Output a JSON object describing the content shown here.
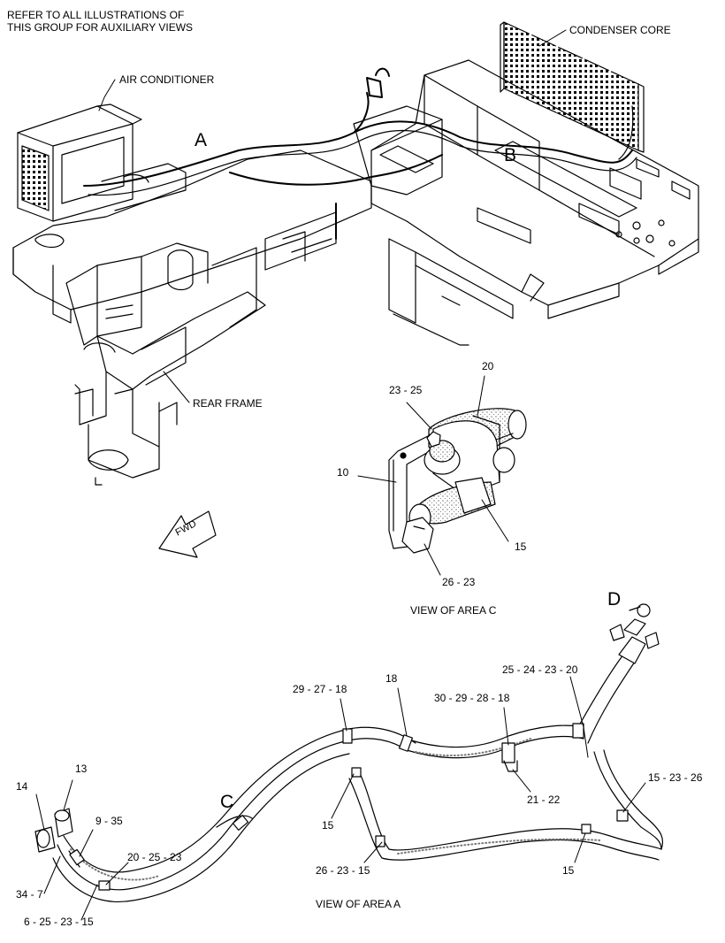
{
  "header_note": {
    "line1": "REFER TO ALL ILLUSTRATIONS OF",
    "line2": "THIS GROUP FOR AUXILIARY VIEWS"
  },
  "component_labels": {
    "condenser_core": "CONDENSER CORE",
    "air_conditioner": "AIR CONDITIONER",
    "rear_frame": "REAR FRAME",
    "fwd_arrow": "FWD"
  },
  "area_letters": {
    "a": "A",
    "b": "B",
    "c": "C",
    "d": "D"
  },
  "view_c": {
    "caption": "VIEW OF AREA  C",
    "callouts": [
      "20",
      "23 - 25",
      "10",
      "15",
      "26 - 23"
    ]
  },
  "view_a": {
    "caption": "VIEW OF AREA  A",
    "callouts": [
      "29 - 27 - 18",
      "18",
      "30 - 29 - 28 - 18",
      "25 - 24 - 23 - 20",
      "14",
      "13",
      "9 - 35",
      "20 - 25 - 23",
      "34 - 7",
      "6 - 25 - 23 - 15",
      "15",
      "26 - 23 - 15",
      "21 - 22",
      "15",
      "15 - 23 - 26"
    ]
  }
}
